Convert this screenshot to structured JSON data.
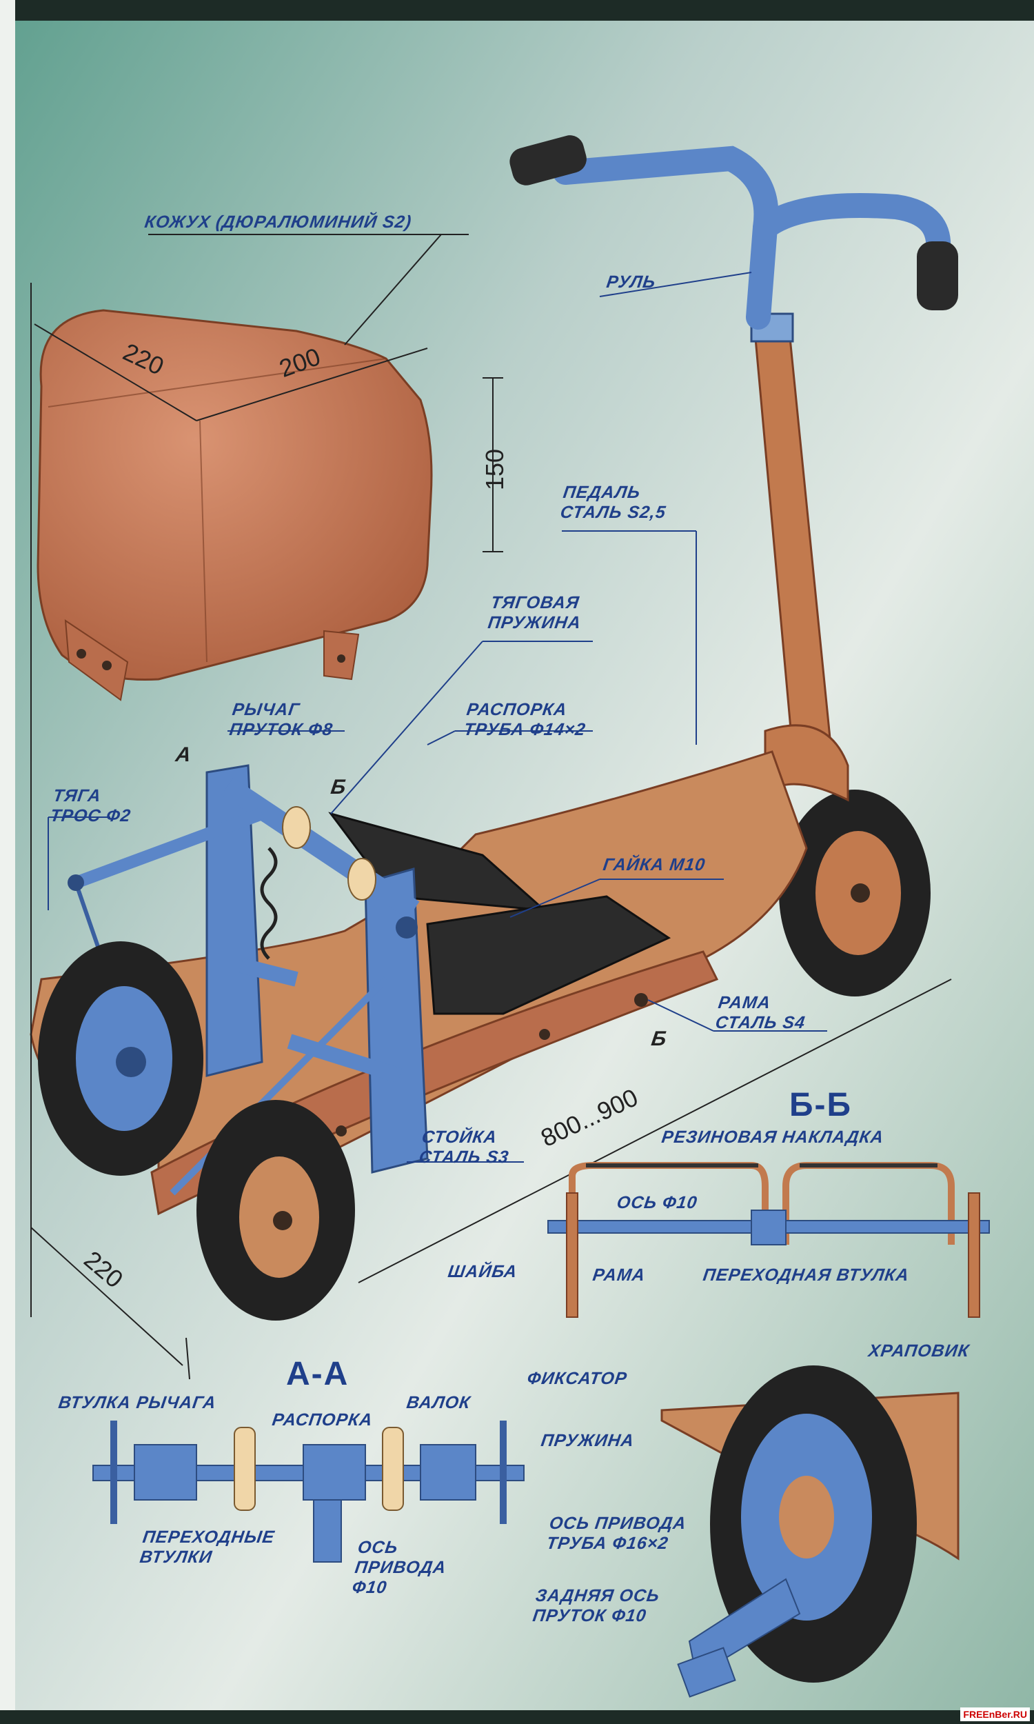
{
  "labels": {
    "cover": "КОЖУХ (ДЮРАЛЮМИНИЙ S2)",
    "handlebar": "РУЛЬ",
    "pedal_1": "ПЕДАЛЬ",
    "pedal_2": "СТАЛЬ S2,5",
    "spring_1": "ТЯГОВАЯ",
    "spring_2": "ПРУЖИНА",
    "lever_1": "РЫЧАГ",
    "lever_2": "ПРУТОК Ф8",
    "spacer_1": "РАСПОРКА",
    "spacer_2": "ТРУБА Ф14×2",
    "rod_1": "ТЯГА",
    "rod_2": "ТРОС Ф2",
    "nut": "ГАЙКА М10",
    "frame_1": "РАМА",
    "frame_2": "СТАЛЬ S4",
    "post_1": "СТОЙКА",
    "post_2": "СТАЛЬ S3",
    "rubber_pad": "РЕЗИНОВАЯ НАКЛАДКА",
    "axle_bb": "ОСЬ Ф10",
    "washer": "ШАЙБА",
    "adapter_bushing": "ПЕРЕХОДНАЯ ВТУЛКА",
    "frame_bb": "РАМА",
    "ratchet": "ХРАПОВИК",
    "latch": "ФИКСАТОР",
    "spring_detail": "ПРУЖИНА",
    "drive_axle_1": "ОСЬ ПРИВОДА",
    "drive_axle_2": "ТРУБА Ф16×2",
    "rear_axle_1": "ЗАДНЯЯ ОСЬ",
    "rear_axle_2": "ПРУТОК Ф10",
    "lever_bushing": "ВТУЛКА РЫЧАГА",
    "spacer_aa": "РАСПОРКА",
    "roller": "ВАЛОК",
    "adapter_bushings_1": "ПЕРЕХОДНЫЕ",
    "adapter_bushings_2": "ВТУЛКИ",
    "drive_axle_aa_1": "ОСЬ",
    "drive_axle_aa_2": "ПРИВОДА",
    "drive_axle_aa_3": "Ф10"
  },
  "dimensions": {
    "cover_width": "220",
    "cover_depth": "200",
    "cover_height": "150",
    "length": "800...900",
    "base_width": "220"
  },
  "sections": {
    "aa": "А-А",
    "bb": "Б-Б",
    "mark_a": "А",
    "mark_b": "Б"
  },
  "logo": "FREEnBer.RU",
  "colors": {
    "frame": "#c27a4e",
    "blue_parts": "#5b86c8",
    "label": "#1f3f8a",
    "background": "#c9d7d2",
    "tire": "#222222"
  }
}
